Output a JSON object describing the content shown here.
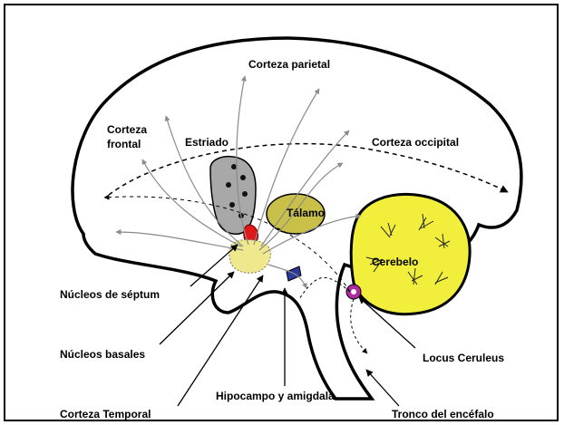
{
  "labels": {
    "parietal": "Corteza parietal",
    "frontal_line1": "Corteza",
    "frontal_line2": "frontal",
    "estriado": "Estriado",
    "occipital": "Corteza occipital",
    "talamo": "Tálamo",
    "cerebelo": "Cerebelo",
    "septum": "Núcleos de séptum",
    "basales": "Núcleos basales",
    "temporal": "Corteza Temporal",
    "hipocampo": "Hipocampo y amigdala",
    "locus": "Locus Ceruleus",
    "tronco": "Tronco del encéfalo"
  },
  "colors": {
    "brain_fill": "#ffffff",
    "brain_outline": "#000000",
    "cerebellum": "#f2ef3c",
    "thalamus": "#c9c04a",
    "striatum": "#a8a8a8",
    "nucleus_red": "#e01818",
    "septum_yellow": "#f0e88c",
    "amygdala_blue": "#2c3a9a",
    "locus_purple": "#b02aa0",
    "arrow_gray": "#9a9a9a"
  }
}
